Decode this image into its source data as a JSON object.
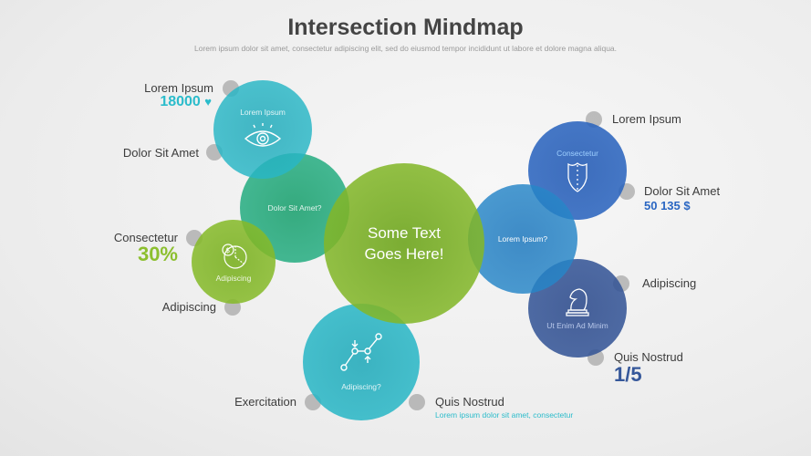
{
  "header": {
    "title": "Intersection Mindmap",
    "subtitle": "Lorem ipsum dolor sit amet, consectetur adipiscing elit, sed do eiusmod tempor incididunt ut labore et dolore magna aliqua."
  },
  "center": {
    "line1": "Some Text",
    "line2": "Goes Here!",
    "color": "#8cbf2e"
  },
  "circles": [
    {
      "id": "eye",
      "label": "Lorem Ipsum",
      "icon": "eye-icon",
      "color": "#2bbccb"
    },
    {
      "id": "dolor",
      "label": "Dolor Sit Amet?",
      "color": "#2bb38a"
    },
    {
      "id": "chart",
      "label": "Adipiscing",
      "icon": "money-pie-chart-icon",
      "color": "#8cbf2e"
    },
    {
      "id": "graph",
      "label": "Adipiscing?",
      "icon": "line-graph-icon",
      "color": "#2bbccb"
    },
    {
      "id": "blue",
      "label": "Lorem Ipsum?",
      "color": "#2a8ccc"
    },
    {
      "id": "shield",
      "label": "Consectetur",
      "icon": "shield-icon",
      "color": "#2a66c2"
    },
    {
      "id": "knight",
      "label": "Ut Enim Ad Minim",
      "icon": "chess-knight-icon",
      "color": "#35579a"
    }
  ],
  "callouts": {
    "top_left": {
      "label": "Lorem Ipsum",
      "value": "18000",
      "value_icon": "heart-icon",
      "color": "#2bbccb"
    },
    "mid_left": {
      "label": "Dolor Sit Amet"
    },
    "left": {
      "label": "Consectetur",
      "value": "30%",
      "color": "#8cbf2e"
    },
    "lower_left": {
      "label": "Adipiscing"
    },
    "bottom_left": {
      "label": "Exercitation"
    },
    "bottom_mid": {
      "label": "Quis Nostrud",
      "sub": "Lorem ipsum dolor sit amet, consectetur",
      "color": "#2bbccb"
    },
    "top_right": {
      "label": "Lorem Ipsum"
    },
    "right": {
      "label": "Dolor Sit Amet",
      "value": "50 135 $",
      "color": "#2a66c2"
    },
    "lower_right": {
      "label": "Adipiscing"
    },
    "bottom_right": {
      "label": "Quis Nostrud",
      "value": "1/5",
      "color": "#35579a"
    }
  }
}
